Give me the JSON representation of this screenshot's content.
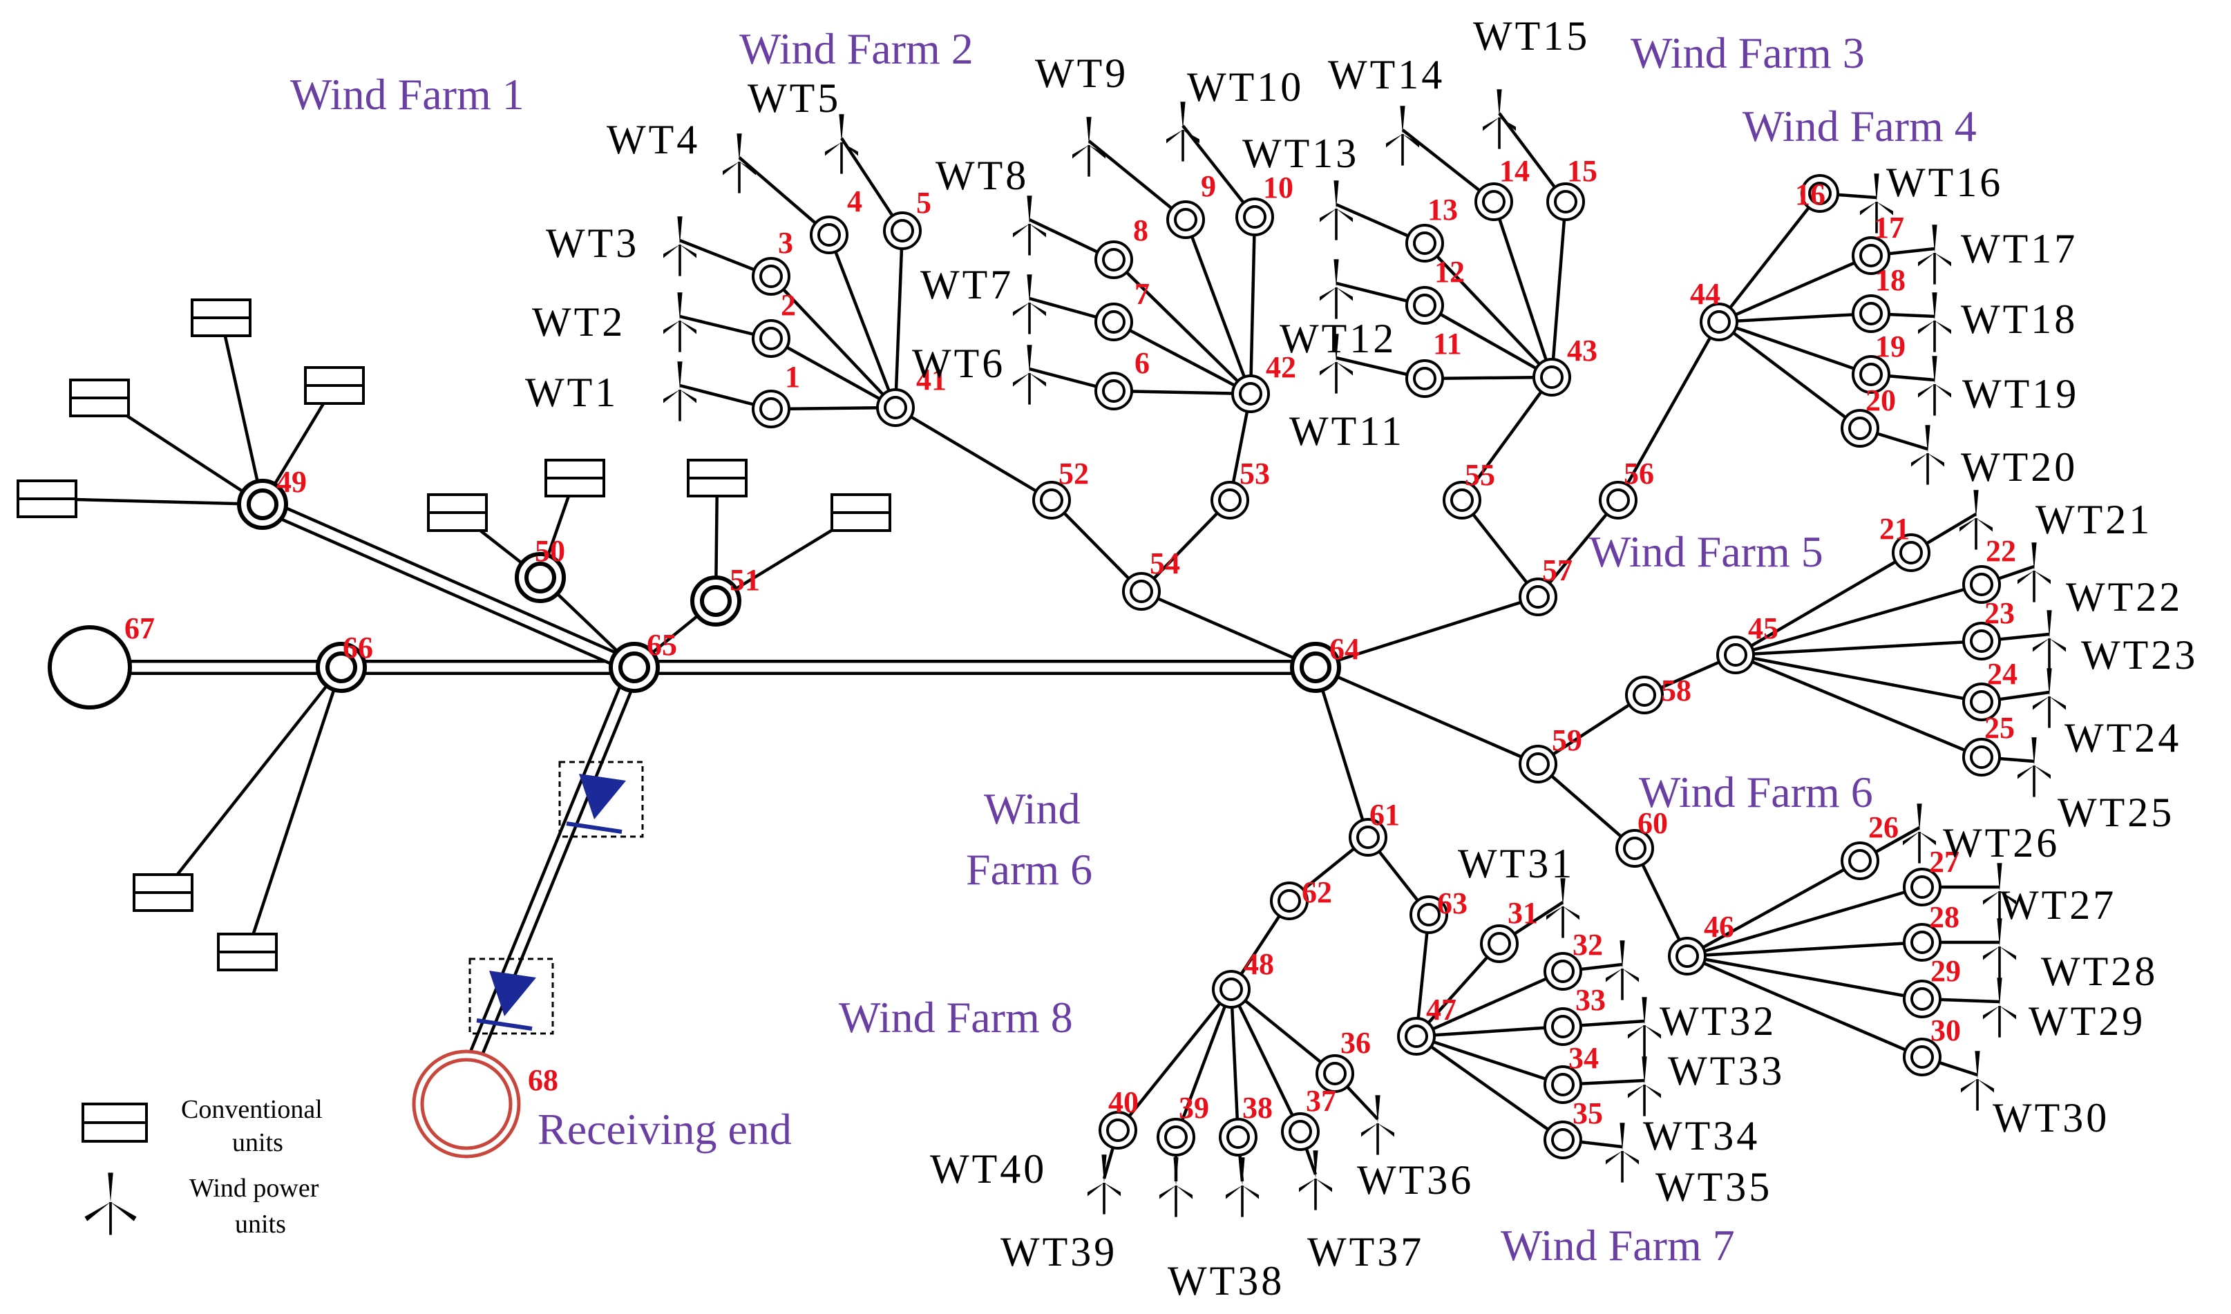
{
  "farm_labels": {
    "wf1": "Wind Farm 1",
    "wf2": "Wind Farm 2",
    "wf3": "Wind Farm 3",
    "wf4": "Wind Farm 4",
    "wf5": "Wind Farm 5",
    "wf6_right": "Wind Farm 6",
    "wf6_center_line1": "Wind",
    "wf6_center_line2": "Farm 6",
    "wf7": "Wind Farm 7",
    "wf8": "Wind Farm 8",
    "receiving_end": "Receiving end"
  },
  "legend": {
    "conventional_line1": "Conventional",
    "conventional_line2": "units",
    "wind_line1": "Wind power",
    "wind_line2": "units"
  },
  "node_numbers": [
    "1",
    "2",
    "3",
    "4",
    "5",
    "6",
    "7",
    "8",
    "9",
    "10",
    "11",
    "12",
    "13",
    "14",
    "15",
    "16",
    "17",
    "18",
    "19",
    "20",
    "21",
    "22",
    "23",
    "24",
    "25",
    "26",
    "27",
    "28",
    "29",
    "30",
    "31",
    "32",
    "33",
    "34",
    "35",
    "36",
    "37",
    "38",
    "39",
    "40",
    "41",
    "42",
    "43",
    "44",
    "45",
    "46",
    "47",
    "48",
    "49",
    "50",
    "51",
    "52",
    "53",
    "54",
    "55",
    "56",
    "57",
    "58",
    "59",
    "60",
    "61",
    "62",
    "63",
    "64",
    "65",
    "66",
    "67",
    "68"
  ],
  "turbine_labels": [
    "WT1",
    "WT2",
    "WT3",
    "WT4",
    "WT5",
    "WT6",
    "WT7",
    "WT8",
    "WT9",
    "WT10",
    "WT11",
    "WT12",
    "WT13",
    "WT14",
    "WT15",
    "WT16",
    "WT17",
    "WT18",
    "WT19",
    "WT20",
    "WT21",
    "WT22",
    "WT23",
    "WT24",
    "WT25",
    "WT26",
    "WT27",
    "WT28",
    "WT29",
    "WT30",
    "WT31",
    "WT32",
    "WT33",
    "WT34",
    "WT35",
    "WT36",
    "WT37",
    "WT38",
    "WT39",
    "WT40"
  ],
  "colors": {
    "node_number": "#e8101a",
    "farm_label": "#6a3fa3",
    "converter": "#1c2a99",
    "receiving_end": "#c9463d"
  },
  "icons": {
    "conventional_unit": "double-rectangle-generator-icon",
    "wind_unit": "wind-turbine-icon",
    "converter": "converter-station-icon"
  }
}
